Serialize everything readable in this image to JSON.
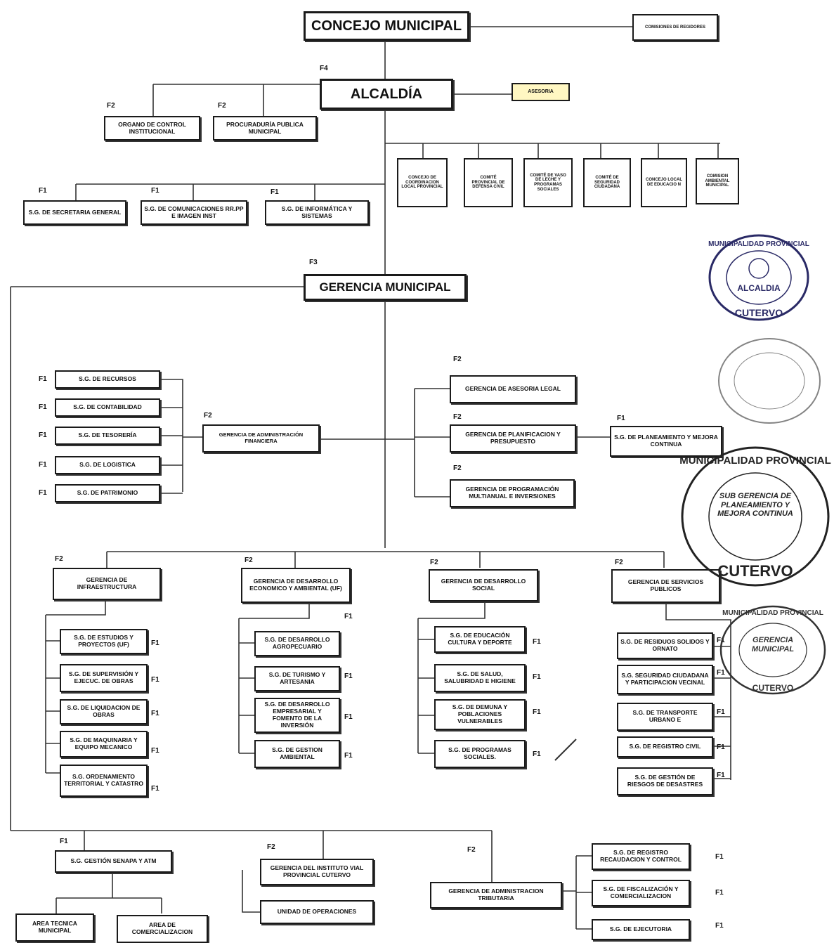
{
  "nodes": {
    "concejo": "CONCEJO MUNICIPAL",
    "comisiones": "COMISIONES DE REGIDORES",
    "alcaldia": "ALCALDÍA",
    "asesoria": "ASESORIA",
    "oci": "ORGANO DE CONTROL INSTITUCIONAL",
    "procuraduria": "PROCURADURÍA PUBLICA MUNICIPAL",
    "ccl": "CONCEJO DE COORDINACION LOCAL PROVINCIAL",
    "defensa": "COMITÉ PROVINCIAL DE DEFENSA CIVIL",
    "vaso": "COMITÉ DE VASO DE LECHE Y PROGRAMAS SOCIALES",
    "seguridad": "COMITÉ DE SEGURIDAD CIUDADANA",
    "educacion": "CONCEJO LOCAL DE EDUCACIO N",
    "ambiental": "COMISION AMBIENTAL MUNICIPAL",
    "secretaria": "S.G. DE SECRETARIA GENERAL",
    "comunicaciones": "S.G. DE COMUNICACIONES RR.PP E IMAGEN INST",
    "informatica": "S.G. DE INFORMÁTICA Y SISTEMAS",
    "gerencia": "GERENCIA MUNICIPAL",
    "recursos": "S.G. DE RECURSOS",
    "contabilidad": "S.G. DE CONTABILIDAD",
    "tesoreria": "S.G. DE TESORERÍA",
    "logistica": "S.G. DE LOGISTICA",
    "patrimonio": "S.G. DE PATRIMONIO",
    "gaf": "GERENCIA DE ADMINISTRACIÓN FINANCIERA",
    "legal": "GERENCIA DE ASESORIA LEGAL",
    "planificacion": "GERENCIA DE PLANIFICACION Y PRESUPUESTO",
    "planeamiento": "S.G. DE PLANEAMIENTO Y MEJORA CONTINUA",
    "programacion": "GERENCIA DE PROGRAMACIÓN MULTIANUAL E INVERSIONES",
    "infra": "GERENCIA DE INFRAESTRUCTURA",
    "desecon": "GERENCIA DE DESARROLLO ECONOMICO Y AMBIENTAL (UF)",
    "dessocial": "GERENCIA DE DESARROLLO SOCIAL",
    "servicios": "GERENCIA DE SERVICIOS PUBLICOS",
    "estudios": "S.G. DE ESTUDIOS Y PROYECTOS (UF)",
    "supervision": "S.G. DE SUPERVISIÓN Y EJECUC. DE OBRAS",
    "liquidacion": "S.G. DE LIQUIDACION DE OBRAS",
    "maquinaria": "S.G. DE MAQUINARIA Y EQUIPO MECANICO",
    "ordenamiento": "S.G. ORDENAMIENTO TERRITORIAL Y CATASTRO",
    "agro": "S.G. DE DESARROLLO AGROPECUARIO",
    "turismo": "S.G. DE TURISMO Y ARTESANIA",
    "empresarial": "S.G. DE DESARROLLO EMPRESARIAL Y FOMENTO DE LA INVERSIÓN",
    "gestamb": "S.G. DE GESTION AMBIENTAL",
    "educult": "S.G. DE EDUCACIÓN CULTURA Y DEPORTE",
    "salud": "S.G. DE SALUD, SALUBRIDAD E HIGIENE",
    "demuna": "S.G. DE DEMUNA Y POBLACIONES VULNERABLES",
    "progsoc": "S.G. DE PROGRAMAS SOCIALES.",
    "residuos": "S.G. DE RESIDUOS SOLIDOS Y ORNATO",
    "segciud": "S.G. SEGURIDAD CIUDADANA Y PARTICIPACION VECINAL",
    "transporte": "S.G. DE TRANSPORTE URBANO E",
    "registro": "S.G. DE REGISTRO CIVIL",
    "riesgos": "S.G. DE GESTIÓN DE RIESGOS DE DESASTRES",
    "senapa": "S.G. GESTIÓN SENAPA Y ATM",
    "areatec": "AREA TECNICA MUNICIPAL",
    "areacom": "AREA DE COMERCIALIZACION",
    "ivp": "GERENCIA DEL INSTITUTO VIAL PROVINCIAL CUTERVO",
    "operaciones": "UNIDAD DE OPERACIONES",
    "gat": "GERENCIA DE ADMINISTRACION TRIBUTARIA",
    "recaudacion": "S.G. DE REGISTRO RECAUDACION Y CONTROL",
    "fiscalizacion": "S.G. DE FISCALIZACIÓN Y COMERCIALIZACION",
    "ejecutoria": "S.G. DE EJECUTORIA"
  },
  "labels": {
    "f1": "F1",
    "f2": "F2",
    "f3": "F3",
    "f4": "F4"
  },
  "seals": {
    "alcaldia_ring": "MUNICIPALIDAD PROVINCIAL",
    "alcaldia_center": "ALCALDIA",
    "alcaldia_bottom": "CUTERVO",
    "planeamiento_ring": "MUNICIPALIDAD PROVINCIAL",
    "planeamiento_center": "SUB GERENCIA DE PLANEAMIENTO Y MEJORA CONTINUA",
    "planeamiento_bottom": "CUTERVO",
    "gerencia_ring": "MUNICIPALIDAD PROVINCIAL",
    "gerencia_center": "GERENCIA MUNICIPAL",
    "gerencia_bottom": "CUTERVO"
  }
}
